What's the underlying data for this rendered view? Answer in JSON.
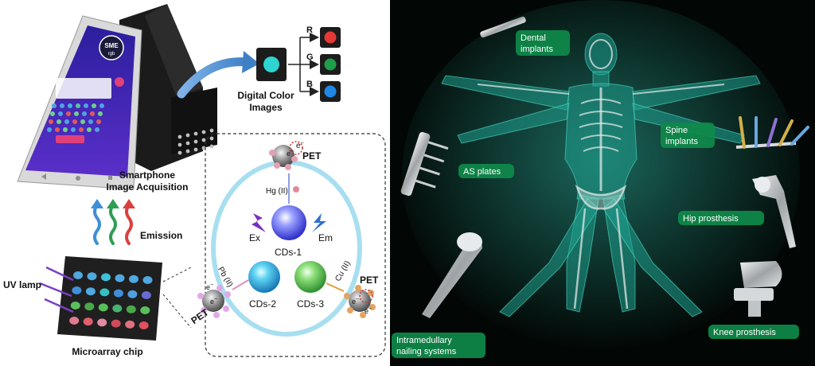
{
  "left_panel": {
    "phone": {
      "screen_logo_line1": "SME",
      "screen_logo_line2": "rgb"
    },
    "labels": {
      "smartphone_line1": "Smartphone",
      "smartphone_line2": "Image Acquisition",
      "digital_line1": "Digital Color",
      "digital_line2": "Images",
      "emission": "Emission",
      "uv_lamp": "UV lamp",
      "microarray": "Microarray chip"
    },
    "channels": [
      {
        "letter": "R",
        "color": "#e53935"
      },
      {
        "letter": "G",
        "color": "#1e9e4a"
      },
      {
        "letter": "B",
        "color": "#1e88e5"
      }
    ],
    "mechanism": {
      "cds1": "CDs-1",
      "cds2": "CDs-2",
      "cds3": "CDs-3",
      "ex": "Ex",
      "em": "Em",
      "hg": "Hg (II)",
      "pb": "Pb (II)",
      "cu": "Cu (II)",
      "pet_top": "PET",
      "pet_left": "PET",
      "pet_right": "PET",
      "electron": "e",
      "electron_sup": "−"
    }
  },
  "right_panel": {
    "labels": {
      "dental": [
        "Dental",
        "implants"
      ],
      "spine": [
        "Spine",
        "implants"
      ],
      "as_plates": "AS plates",
      "hip": "Hip prosthesis",
      "knee": "Knee prosthesis",
      "nailing": [
        "Intramedullary",
        "nailing systems"
      ]
    },
    "colors": {
      "background": "#020705",
      "body_glow": "#2fb4a0",
      "label_fill": "#0f8a4a"
    }
  }
}
